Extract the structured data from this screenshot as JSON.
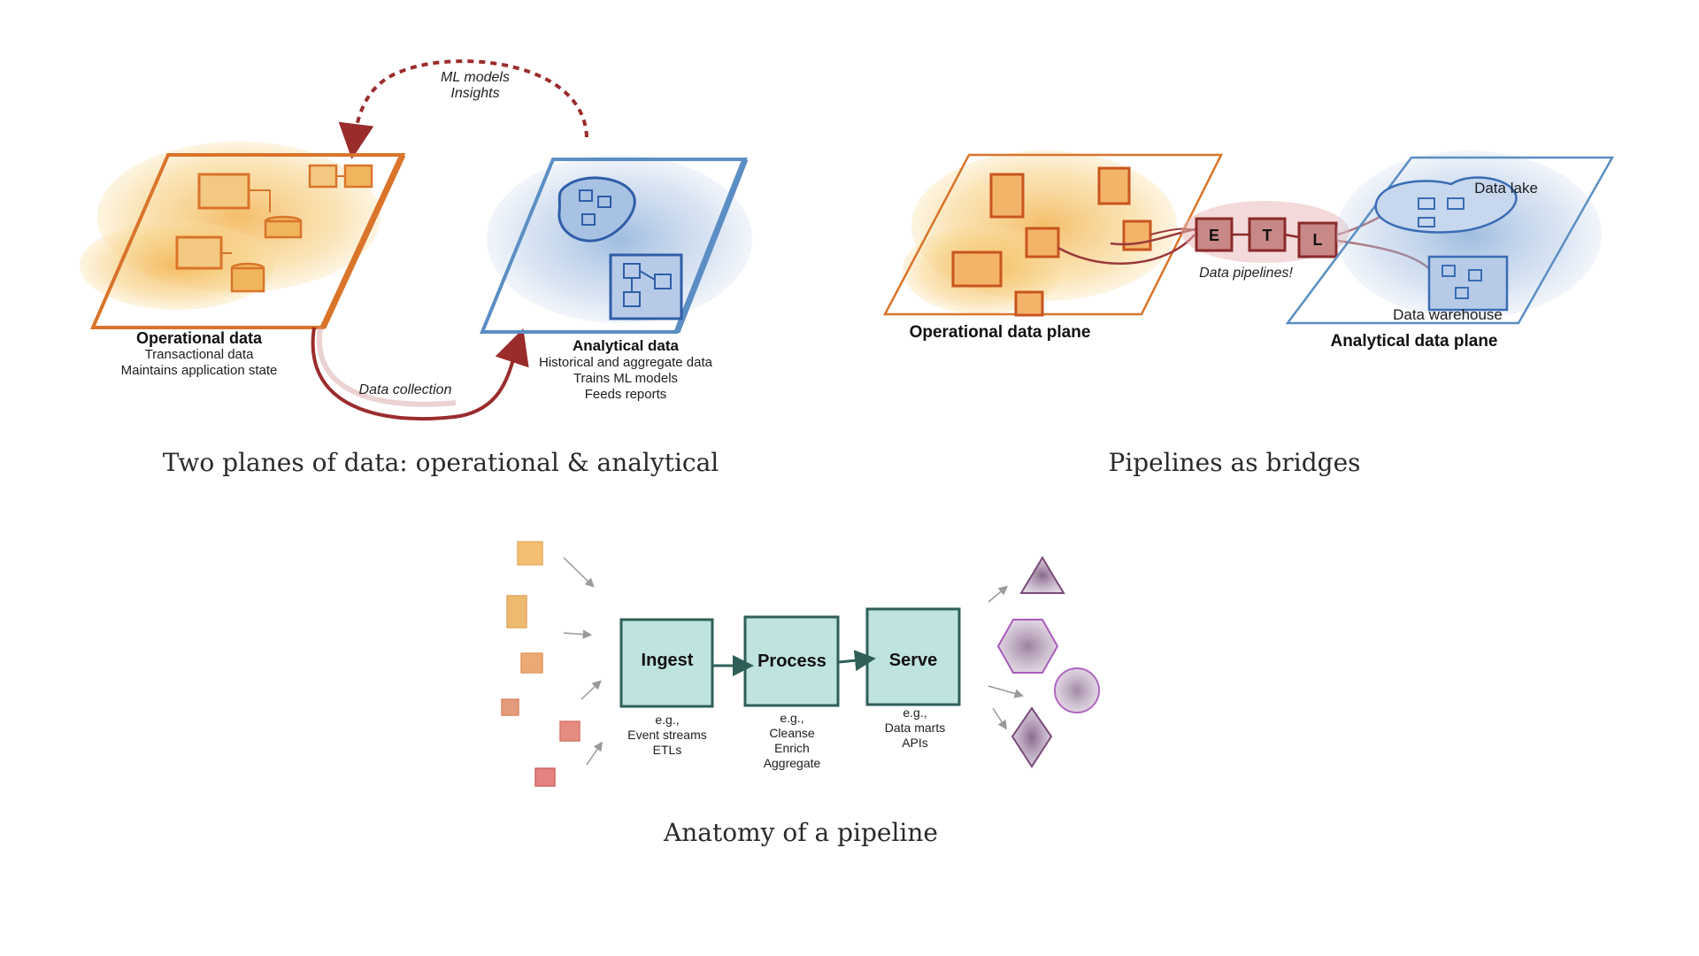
{
  "panels": {
    "two_planes": {
      "caption": "Two planes of data: operational & analytical",
      "feedback_label_line1": "ML models",
      "feedback_label_line2": "Insights",
      "operational_title": "Operational data",
      "operational_line1": "Transactional data",
      "operational_line2": "Maintains application state",
      "analytical_title": "Analytical data",
      "analytical_line1": "Historical and aggregate data",
      "analytical_line2": "Trains ML models",
      "analytical_line3": "Feeds reports",
      "collection_label": "Data collection"
    },
    "bridges": {
      "caption": "Pipelines as bridges",
      "etl_e": "E",
      "etl_t": "T",
      "etl_l": "L",
      "pipelines_label": "Data pipelines!",
      "operational_plane": "Operational data plane",
      "analytical_plane": "Analytical data plane",
      "data_lake": "Data lake",
      "data_warehouse": "Data warehouse"
    },
    "anatomy": {
      "caption": "Anatomy of a pipeline",
      "ingest": {
        "title": "Ingest",
        "line1": "e.g.,",
        "line2": "Event streams",
        "line3": "ETLs"
      },
      "process": {
        "title": "Process",
        "line1": "e.g.,",
        "line2": "Cleanse",
        "line3": "Enrich",
        "line4": "Aggregate"
      },
      "serve": {
        "title": "Serve",
        "line1": "e.g.,",
        "line2": "Data marts",
        "line3": "APIs"
      }
    }
  },
  "colors": {
    "operational": "#d9742a",
    "analytical": "#5b8ec4",
    "pipeline": "#9b3a3a",
    "stage_fill": "#bfe3de",
    "stage_border": "#2f5f58",
    "output": "#8a5a86"
  }
}
